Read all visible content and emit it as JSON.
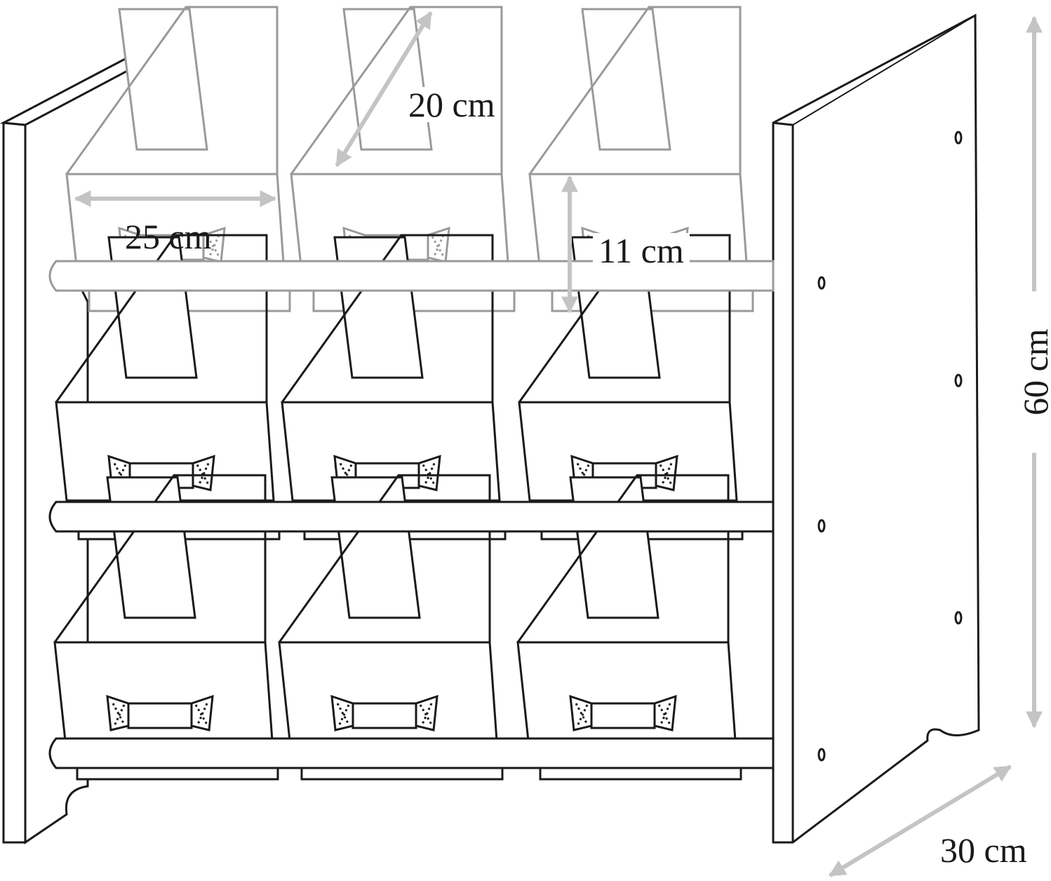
{
  "dimensions": {
    "bin_depth": "20 cm",
    "bin_width": "25 cm",
    "bin_height": "11 cm",
    "total_height": "60 cm",
    "total_depth": "30 cm"
  },
  "colors": {
    "line": "#1a1a1a",
    "ghost_line": "#9a9a9a",
    "arrow": "#c4c4c4",
    "background": "#ffffff"
  },
  "layout": {
    "rows": 3,
    "columns": 3
  }
}
